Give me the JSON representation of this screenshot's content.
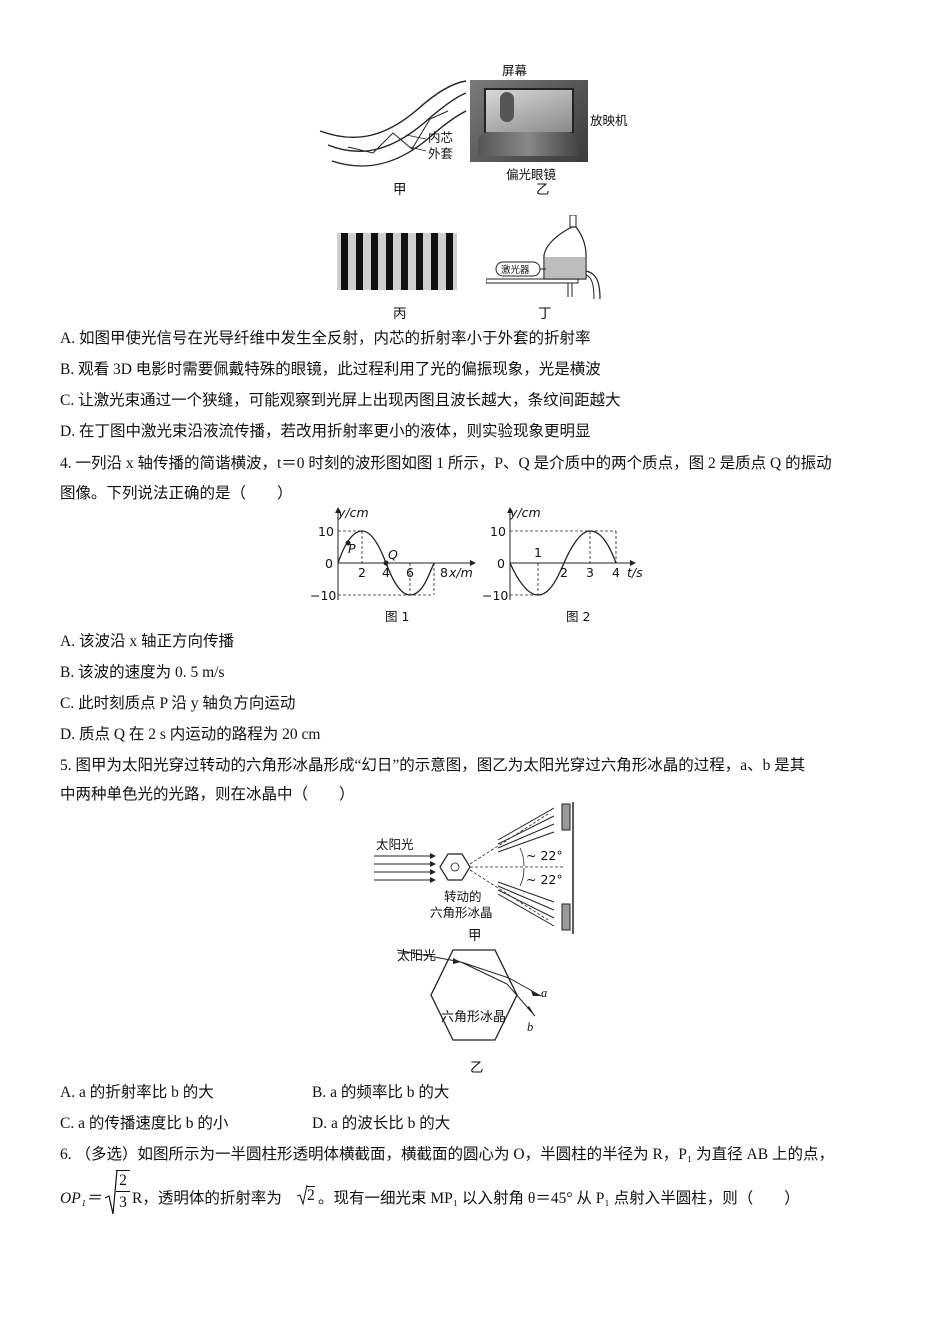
{
  "fig_top": {
    "jia": {
      "caption": "甲",
      "label_inner": "内芯",
      "label_outer": "外套"
    },
    "yi": {
      "caption": "乙",
      "label_screen": "屏幕",
      "label_projector": "放映机",
      "label_glasses": "偏光眼镜"
    },
    "bing": {
      "caption": "丙"
    },
    "ding": {
      "caption": "丁",
      "label_laser": "激光器"
    }
  },
  "q3": {
    "A": "A. 如图甲使光信号在光导纤维中发生全反射，内芯的折射率小于外套的折射率",
    "B": "B. 观看 3D 电影时需要佩戴特殊的眼镜，此过程利用了光的偏振现象，光是横波",
    "C": "C. 让激光束通过一个狭缝，可能观察到光屏上出现丙图且波长越大，条纹间距越大",
    "D": "D. 在丁图中激光束沿液流传播，若改用折射率更小的液体，则实验现象更明显"
  },
  "q4": {
    "stem1": "4. 一列沿 x 轴传播的简谐横波，t＝0 时刻的波形图如图 1 所示，P、Q 是介质中的两个质点，图 2 是质点 Q 的振动",
    "stem2": "图像。下列说法正确的是（　　）",
    "fig1": {
      "caption": "图 1",
      "y_label": "y/cm",
      "x_label": "x/m",
      "y_ticks": [
        "10",
        "0",
        "−10"
      ],
      "x_ticks": [
        "2",
        "4",
        "6",
        "8"
      ],
      "point_p": "P",
      "point_q": "Q"
    },
    "fig2": {
      "caption": "图 2",
      "y_label": "y/cm",
      "x_label": "t/s",
      "y_ticks": [
        "10",
        "0",
        "−10"
      ],
      "x_ticks": [
        "1",
        "2",
        "3",
        "4"
      ]
    },
    "A": "A. 该波沿 x 轴正方向传播",
    "B": "B. 该波的速度为 0. 5 m/s",
    "C": "C. 此时刻质点 P 沿 y 轴负方向运动",
    "D": "D. 质点 Q 在 2 s 内运动的路程为 20 cm"
  },
  "q5": {
    "stem1": "5. 图甲为太阳光穿过转动的六角形冰晶形成“幻日”的示意图，图乙为太阳光穿过六角形冰晶的过程，a、b 是其",
    "stem2": "中两种单色光的光路，则在冰晶中（　　）",
    "fig_jia": {
      "sunlight": "太阳光",
      "angle_top": "~ 22°",
      "angle_bottom": "~ 22°",
      "crystal_label_1": "转动的",
      "crystal_label_2": "六角形冰晶",
      "caption": "甲"
    },
    "fig_yi": {
      "sunlight": "太阳光",
      "crystal": "六角形冰晶",
      "ray_a": "a",
      "ray_b": "b",
      "caption": "乙"
    },
    "A": "A. a 的折射率比 b 的大",
    "B": "B. a 的频率比 b 的大",
    "C": "C. a 的传播速度比 b 的小",
    "D": "D. a 的波长比 b 的大"
  },
  "q6": {
    "stem1": "6. （多选）如图所示为一半圆柱形透明体横截面，横截面的圆心为 O，半圆柱的半径为 R，P₁ 为直径 AB 上的点，",
    "stem2_a": "OP₁＝",
    "frac_num": "2",
    "frac_den": "3",
    "stem2_b": "R，透明体的折射率为",
    "root_val": "2",
    "stem2_c": "。现有一细光束 MP₁ 以入射角 θ＝45° 从 P₁ 点射入半圆柱，则（　　）"
  }
}
